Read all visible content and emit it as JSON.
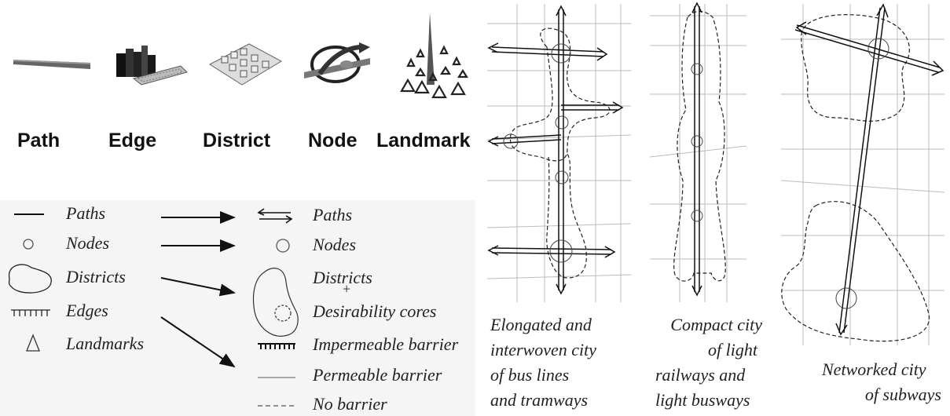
{
  "elements": [
    {
      "label": "Path"
    },
    {
      "label": "Edge"
    },
    {
      "label": "District"
    },
    {
      "label": "Node"
    },
    {
      "label": "Landmark"
    }
  ],
  "legend_left": [
    "Paths",
    "Nodes",
    "Districts",
    "Edges",
    "Landmarks"
  ],
  "legend_right": {
    "paths": "Paths",
    "nodes": "Nodes",
    "districts": "Districts",
    "plus": "+",
    "cores": "Desirability cores",
    "impermeable": "Impermeable barrier",
    "permeable": "Permeable barrier",
    "none": "No barrier"
  },
  "cities": [
    {
      "lines": [
        "Elongated and",
        "interwoven city",
        "of bus lines",
        "and tramways"
      ]
    },
    {
      "lines": [
        "Compact city",
        "of light",
        "railways and",
        "light busways"
      ]
    },
    {
      "lines": [
        "Networked city",
        "of subways"
      ]
    }
  ]
}
